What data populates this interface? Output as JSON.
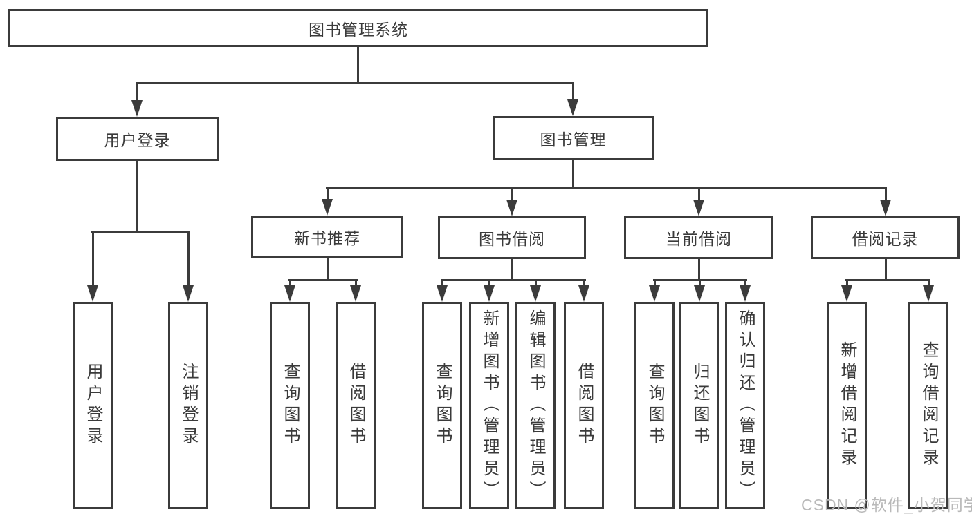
{
  "nodes": {
    "root": "图书管理系统",
    "user": {
      "label": "用户登录",
      "children": [
        "用户登录",
        "注销登录"
      ]
    },
    "mgmt": {
      "label": "图书管理",
      "sections": {
        "recommend": {
          "label": "新书推荐",
          "children": [
            "查询图书",
            "借阅图书"
          ]
        },
        "borrow": {
          "label": "图书借阅",
          "children": [
            "查询图书",
            "新增图书（管理员）",
            "编辑图书（管理员）",
            "借阅图书"
          ]
        },
        "current": {
          "label": "当前借阅",
          "children": [
            "查询图书",
            "归还图书",
            "确认归还（管理员）"
          ]
        },
        "records": {
          "label": "借阅记录",
          "children": [
            "新增借阅记录",
            "查询借阅记录"
          ]
        }
      }
    }
  },
  "watermark": "CSDN @软件_小贺同学",
  "colors": {
    "line": "#3b3b3b",
    "text": "#3a3a3a",
    "watermark": "#b9b9b9",
    "background": "#ffffff"
  }
}
